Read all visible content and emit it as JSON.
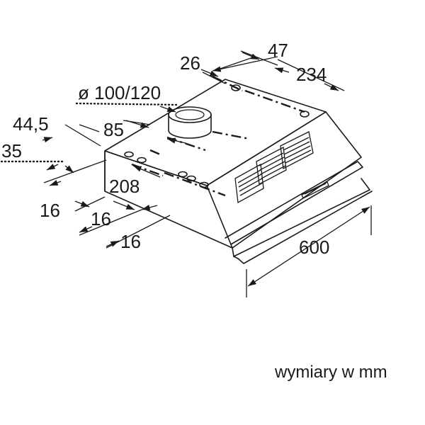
{
  "diagram": {
    "dimensions": {
      "d47": "47",
      "d26": "26",
      "d234": "234",
      "duct": "ø 100/120",
      "d44_5": "44,5",
      "d85": "85",
      "d35": "35",
      "d208": "208",
      "d16_a": "16",
      "d16_b": "16",
      "d16_c": "16",
      "d600": "600"
    },
    "caption": "wymiary w mm"
  }
}
